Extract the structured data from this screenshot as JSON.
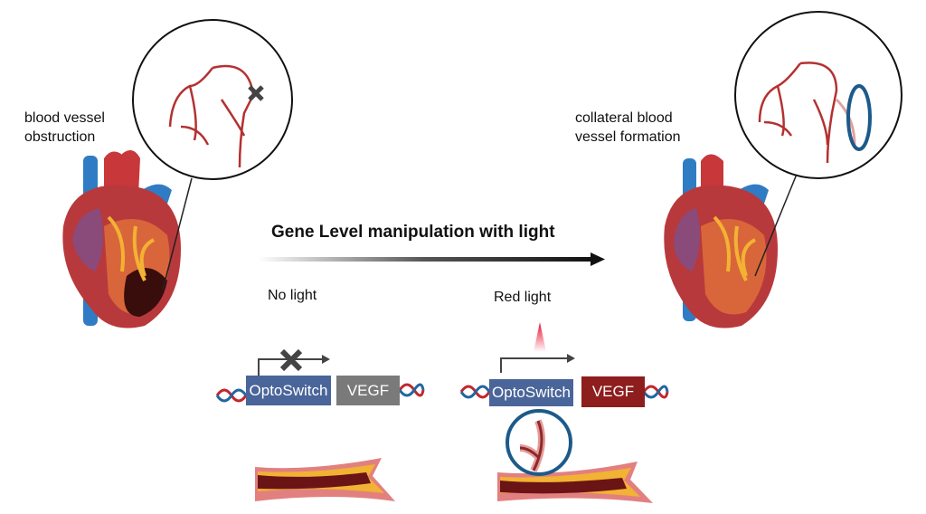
{
  "left_panel": {
    "label_line1": "blood vessel",
    "label_line2": "obstruction"
  },
  "right_panel": {
    "label_line1": "collateral blood",
    "label_line2": "vessel formation"
  },
  "arrow": {
    "title": "Gene Level manipulation with light"
  },
  "conditions": {
    "no_light": {
      "label": "No light",
      "promoter": "OptoSwitch",
      "gene": "VEGF",
      "gene_color": "#7a7a7a"
    },
    "red_light": {
      "label": "Red light",
      "promoter": "OptoSwitch",
      "gene": "VEGF",
      "gene_color": "#8e1d1d"
    }
  },
  "colors": {
    "optoswitch": "#4a6599",
    "dna_red": "#c0272d",
    "dna_blue": "#2266a0",
    "ring": "#1d5a8a"
  }
}
